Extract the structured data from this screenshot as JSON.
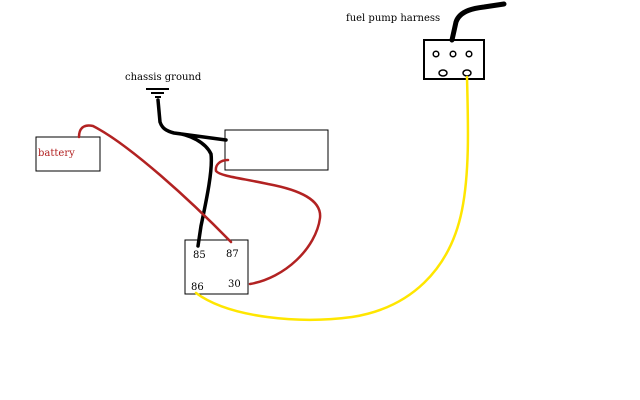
{
  "labels": {
    "fuel_pump_harness": "fuel pump harness",
    "chassis_ground": "chassis ground",
    "battery": "battery"
  },
  "relay": {
    "pin_85": "85",
    "pin_87": "87",
    "pin_86": "86",
    "pin_30": "30"
  },
  "colors": {
    "background": "#ffffff",
    "outline": "#000000",
    "ground_wire": "#000000",
    "power_wire": "#b22222",
    "signal_wire": "#ffe600",
    "battery_label": "#b22222"
  },
  "icons": {
    "ground": "ground-symbol-icon",
    "connector": "fuel-pump-connector-icon"
  }
}
